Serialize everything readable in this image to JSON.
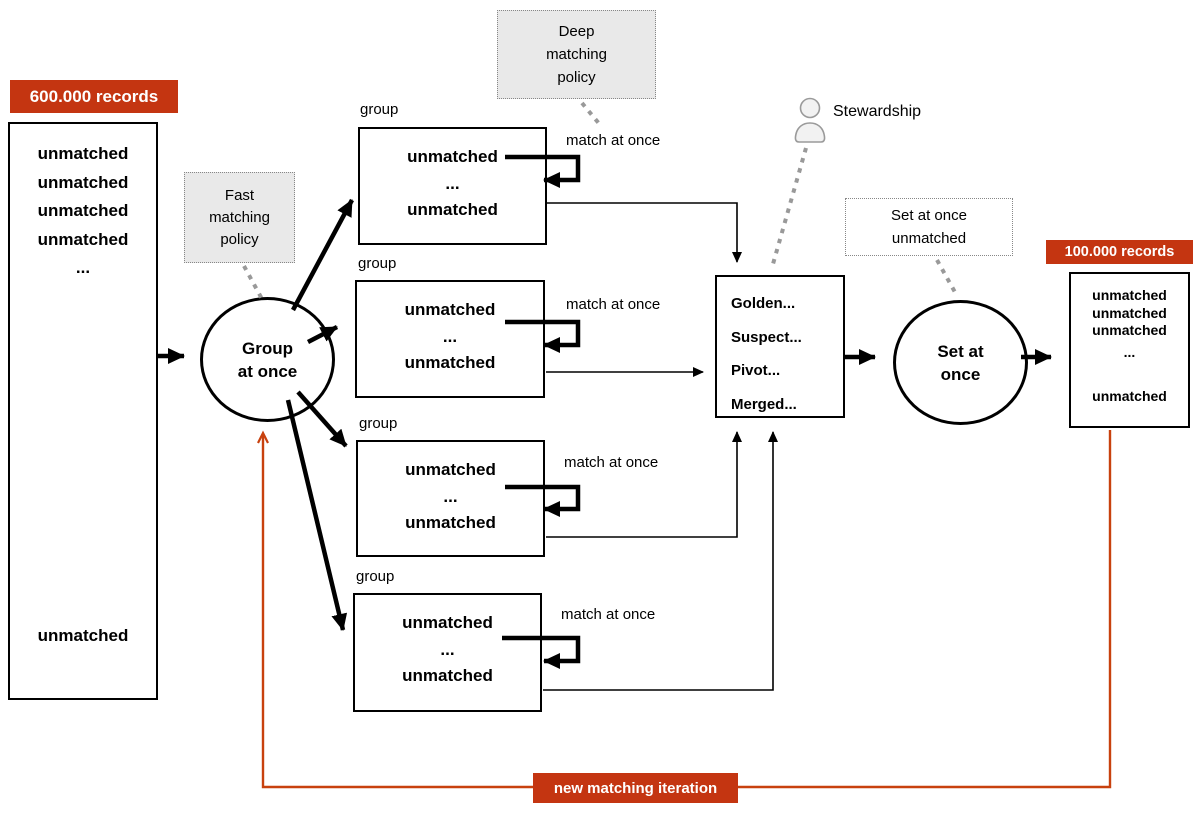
{
  "colors": {
    "badge_bg": "#c43511",
    "iteration_line": "#c8410e",
    "policy_fill": "#e9e9e9",
    "dotted_connector": "#999999"
  },
  "badges": {
    "input": "600.000 records",
    "output": "100.000 records",
    "iteration": "new matching iteration"
  },
  "input_box": {
    "row1": "unmatched",
    "row2": "unmatched",
    "row3": "unmatched",
    "row4": "unmatched",
    "row5": "...",
    "bottom_row": "unmatched"
  },
  "nodes": {
    "group_at_once": {
      "line1": "Group",
      "line2": "at once"
    },
    "set_at_once": {
      "line1": "Set at",
      "line2": "once"
    }
  },
  "notes": {
    "fast_policy": {
      "line1": "Fast",
      "line2": "matching",
      "line3": "policy"
    },
    "deep_policy": {
      "line1": "Deep",
      "line2": "matching",
      "line3": "policy"
    },
    "set_unmatched": {
      "line1": "Set at once",
      "line2": "unmatched"
    }
  },
  "groups": [
    {
      "label": "group",
      "row1": "unmatched",
      "row2": "...",
      "row3": "unmatched",
      "match_label": "match at once"
    },
    {
      "label": "group",
      "row1": "unmatched",
      "row2": "...",
      "row3": "unmatched",
      "match_label": "match at once"
    },
    {
      "label": "group",
      "row1": "unmatched",
      "row2": "...",
      "row3": "unmatched",
      "match_label": "match at once"
    },
    {
      "label": "group",
      "row1": "unmatched",
      "row2": "...",
      "row3": "unmatched",
      "match_label": "match at once"
    }
  ],
  "golden_box": {
    "items": [
      "Golden...",
      "Suspect...",
      "Pivot...",
      "Merged..."
    ]
  },
  "stewardship": {
    "label": "Stewardship"
  },
  "output_box": {
    "row1": "unmatched",
    "row2": "unmatched",
    "row3": "unmatched",
    "row4": "...",
    "bottom_row": "unmatched"
  }
}
